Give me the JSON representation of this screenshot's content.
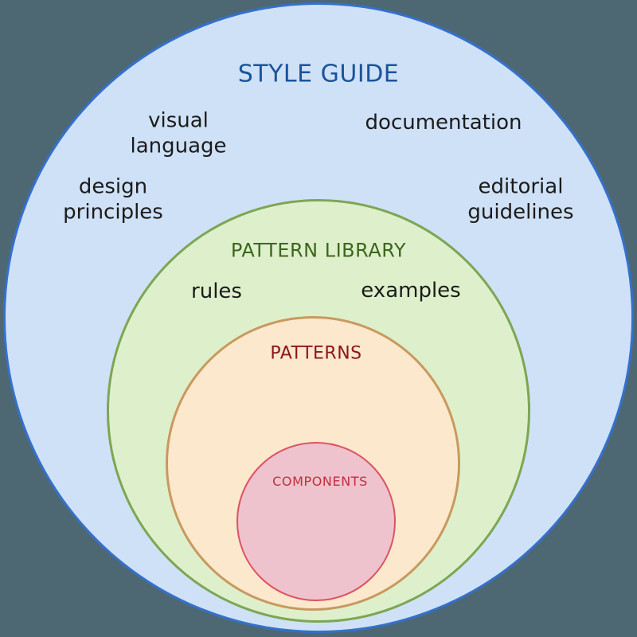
{
  "diagram": {
    "type": "nested-circles",
    "background_color": "#4d6872",
    "annotation_color": "#1b1b1b",
    "rings": {
      "style_guide": {
        "label": "STYLE GUIDE",
        "fill": "#cfe1f6",
        "border": "#3570cc",
        "title_color": "#1a549d"
      },
      "pattern_library": {
        "label": "PATTERN LIBRARY",
        "fill": "#def0cb",
        "border": "#7da654",
        "title_color": "#3c661d"
      },
      "patterns": {
        "label": "PATTERNS",
        "fill": "#fbe8cd",
        "border": "#c9995f",
        "title_color": "#8c161d"
      },
      "components": {
        "label": "COMPONENTS",
        "fill": "#eec3ce",
        "border": "#dc5263",
        "title_color": "#c12f3c"
      }
    },
    "annotations": {
      "visual_language": "visual\nlanguage",
      "documentation": "documentation",
      "design_principles": "design\nprinciples",
      "editorial_guidelines": "editorial\nguidelines",
      "rules": "rules",
      "examples": "examples"
    }
  }
}
